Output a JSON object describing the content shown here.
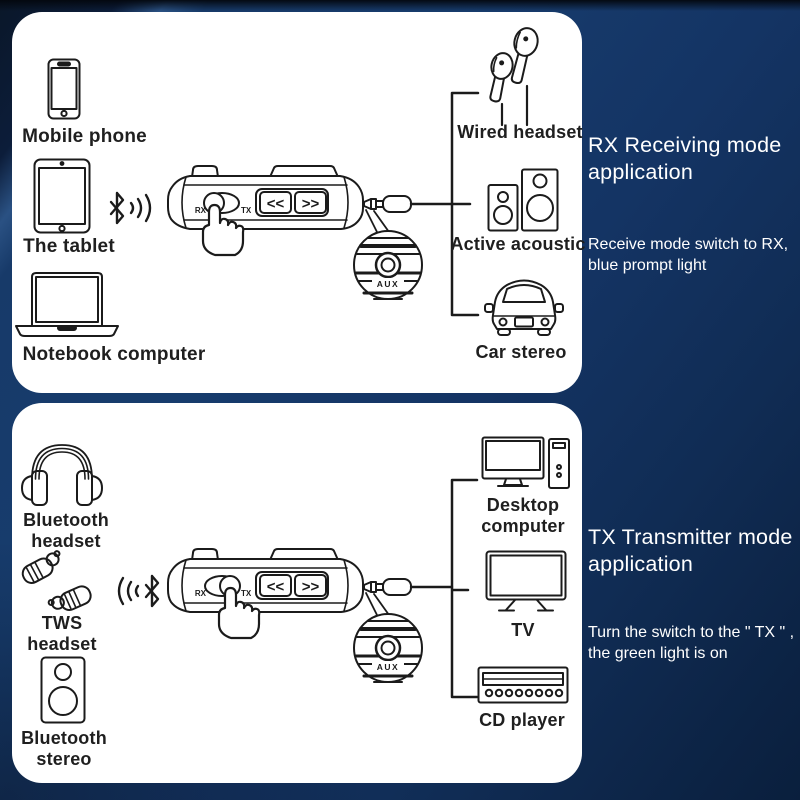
{
  "device": {
    "rx_label": "RX",
    "tx_label": "TX",
    "aux_label": "AUX",
    "prev_label": "<<",
    "next_label": ">>"
  },
  "rx_section": {
    "sources": [
      {
        "label": "Mobile phone"
      },
      {
        "label": "The tablet"
      },
      {
        "label": "Notebook computer"
      }
    ],
    "outputs": [
      {
        "label": "Wired headset"
      },
      {
        "label": "Active acoustic"
      },
      {
        "label": "Car stereo"
      }
    ],
    "title_line1": "RX Receiving mode",
    "title_line2": "application",
    "desc_line1": "Receive mode switch to RX,",
    "desc_line2": "blue prompt light"
  },
  "tx_section": {
    "sources": [
      {
        "label": "Bluetooth headset"
      },
      {
        "label": "TWS headset"
      },
      {
        "label": "Bluetooth stereo"
      }
    ],
    "outputs": [
      {
        "label": "Desktop computer"
      },
      {
        "label": "TV"
      },
      {
        "label": "CD player"
      }
    ],
    "title_line1": "TX Transmitter mode",
    "title_line2": "application",
    "desc_line1": "Turn the switch to the \" TX \" ,",
    "desc_line2": "the green light is on"
  }
}
